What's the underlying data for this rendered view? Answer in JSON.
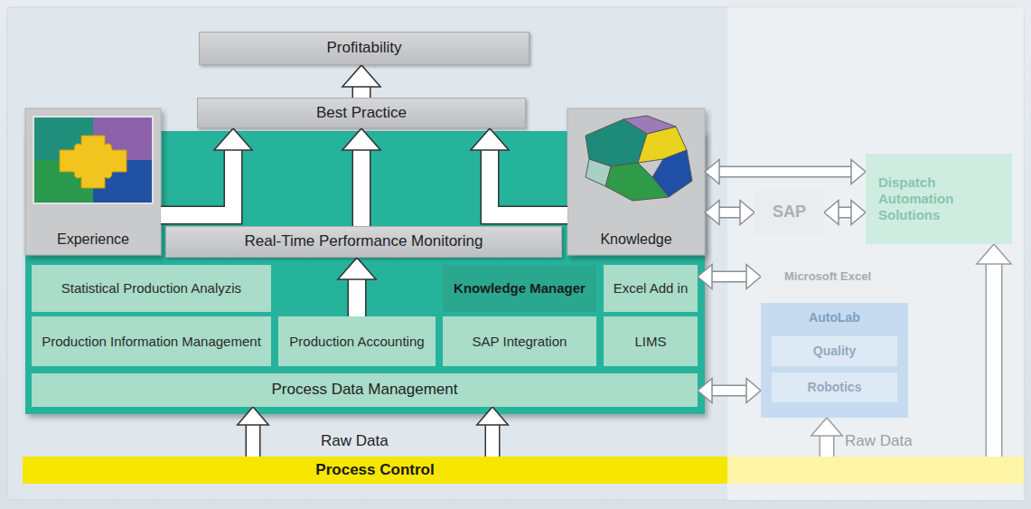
{
  "diagram": {
    "nodes": [
      {
        "text": [
          "Profitability"
        ]
      },
      {
        "text": [
          "Best Practice"
        ]
      },
      {
        "text": [
          "Experience"
        ]
      },
      {
        "text": [
          "Real-Time Performance Monitoring"
        ]
      },
      {
        "text": [
          "Knowledge"
        ]
      },
      {
        "text": [
          "Statistical Production Analyzis"
        ]
      },
      {
        "text": [
          "Knowledge Manager"
        ]
      },
      {
        "text": [
          "Excel Add in"
        ]
      },
      {
        "text": [
          "Production Information Management"
        ]
      },
      {
        "text": [
          "Production Accounting"
        ]
      },
      {
        "text": [
          "SAP Integration"
        ]
      },
      {
        "text": [
          "LIMS"
        ]
      },
      {
        "text": [
          "Process Data Management"
        ]
      },
      {
        "text": [
          "Dispatch Automation Solutions"
        ]
      },
      {
        "text": [
          "SAP"
        ]
      },
      {
        "text": [
          "Microsoft Excel"
        ]
      },
      {
        "text": [
          "AutoLab"
        ]
      },
      {
        "text": [
          "Quality"
        ],
        "in": 16
      },
      {
        "text": [
          "Robotics"
        ],
        "in": 16
      },
      {
        "text": [
          "Process Control"
        ]
      }
    ],
    "edges": [
      {
        "from": 1,
        "to": 0,
        "arrow": "to"
      },
      {
        "from": 2,
        "to": 1,
        "arrow": "to"
      },
      {
        "from": 3,
        "to": 1,
        "arrow": "to"
      },
      {
        "from": 4,
        "to": 1,
        "arrow": "to"
      },
      {
        "from": 9,
        "to": 3,
        "arrow": "to"
      },
      {
        "from": 4,
        "to": 13,
        "arrow": "both"
      },
      {
        "from": 4,
        "to": 14,
        "arrow": "both"
      },
      {
        "from": 14,
        "to": 13,
        "arrow": "both"
      },
      {
        "from": 7,
        "to": 15,
        "arrow": "both"
      },
      {
        "from": 12,
        "to": 16,
        "arrow": "both"
      },
      {
        "from": 19,
        "to": 12,
        "arrow": "to"
      },
      {
        "from": 19,
        "to": 12,
        "arrow": "to"
      },
      {
        "from": 19,
        "to": 16,
        "arrow": "to"
      },
      {
        "from": 19,
        "to": 13,
        "arrow": "to"
      }
    ],
    "labels": [
      "Raw Data",
      "Raw Data"
    ]
  }
}
